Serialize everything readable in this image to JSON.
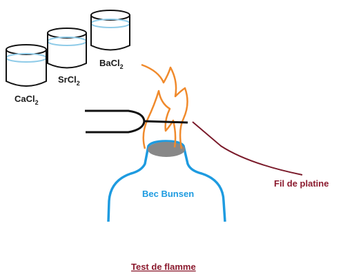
{
  "diagram": {
    "beakers": [
      {
        "formula": "CaCl",
        "subscript": "2"
      },
      {
        "formula": "SrCl",
        "subscript": "2"
      },
      {
        "formula": "BaCl",
        "subscript": "2"
      }
    ],
    "burner_label": "Bec Bunsen",
    "wire_label": "Fil de platine",
    "title": "Test de flamme"
  },
  "colors": {
    "outline": "#111111",
    "liquid": "#8fcbe8",
    "burner": "#1e9be0",
    "flame": "#f08a2c",
    "wire": "#7a1a2a",
    "label_red": "#8b1a2e",
    "gas_cap": "#888888"
  }
}
